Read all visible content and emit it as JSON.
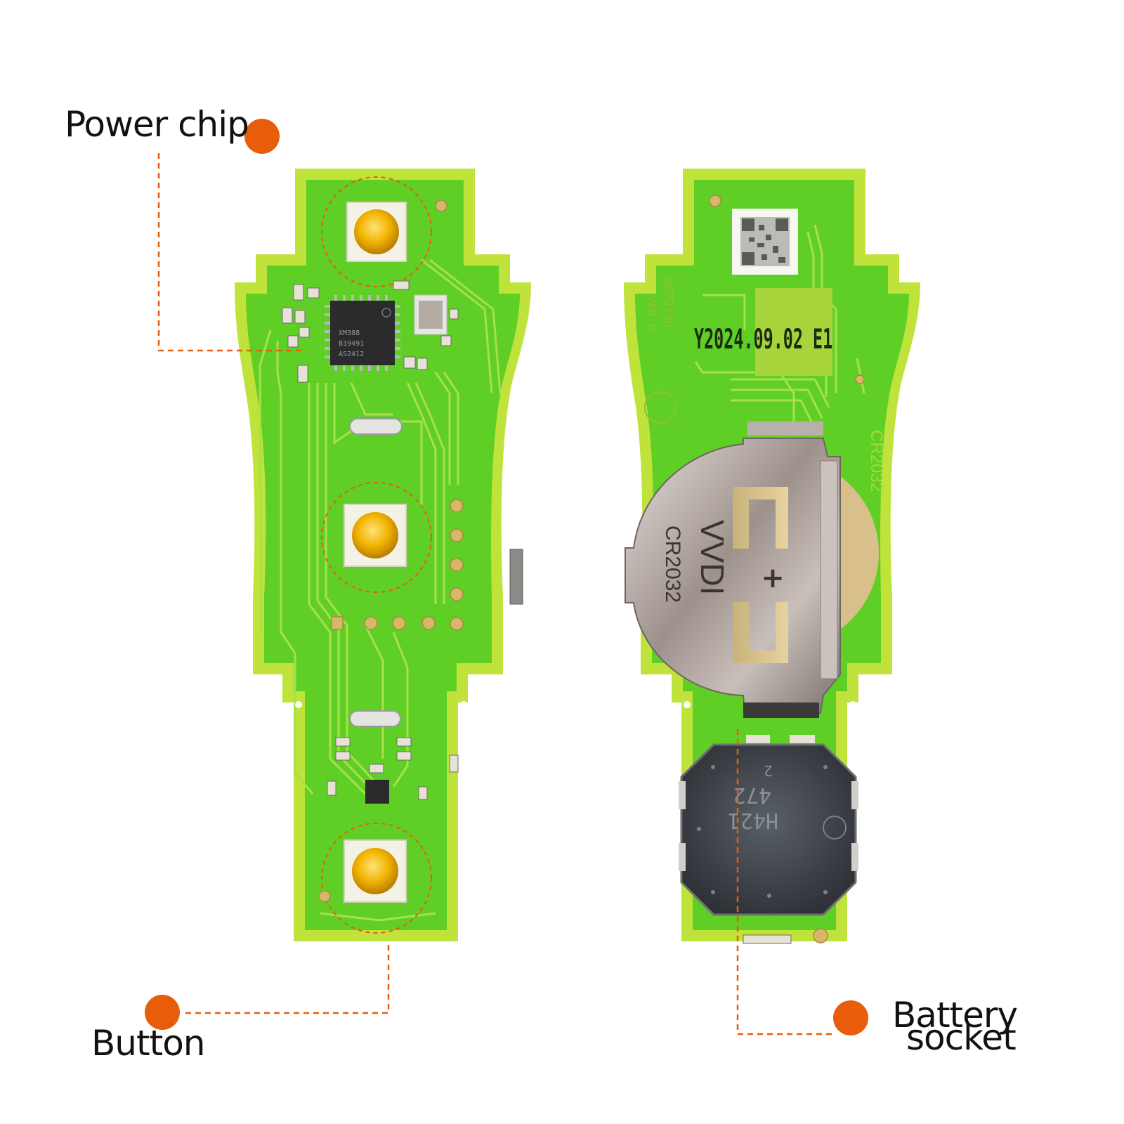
{
  "labels": {
    "power_chip": "Power chip",
    "button": "Button",
    "battery_line1": "Battery",
    "battery_line2": "socket"
  },
  "pcb_markings": {
    "chip_line1": "XM388",
    "chip_line2": "B19491",
    "chip_line3": "AS2412",
    "date_code": "Y2024.09.02 E1",
    "part_no": "#XP0198",
    "version": "VER.0",
    "battery_type": "CR2032",
    "holder_brand": "VVDI",
    "holder_type": "CR2032",
    "plus_sign": "+",
    "inductor_line1": "472",
    "inductor_line2": "H421",
    "inductor_pin": "2"
  },
  "colors": {
    "accent": "#e85d0a",
    "pcb_green": "#5fcf26",
    "pcb_edge": "#a8d83a",
    "gold": "#f2b400"
  }
}
